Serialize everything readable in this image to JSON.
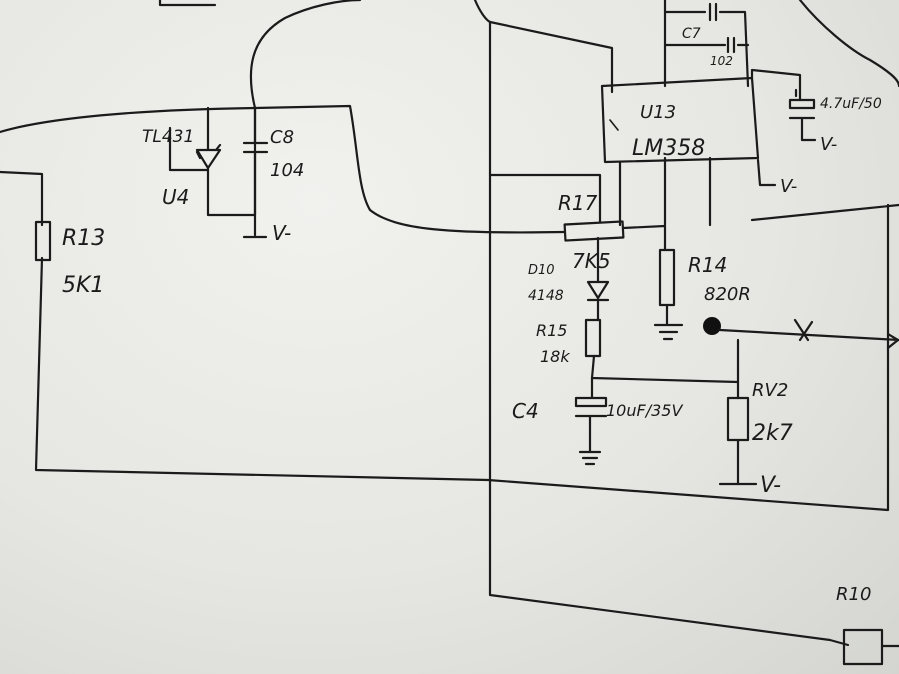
{
  "components": {
    "tl431": {
      "ref": "U4",
      "part": "TL431"
    },
    "c8": {
      "ref": "C8",
      "value": "104"
    },
    "r13": {
      "ref": "R13",
      "value": "5K1"
    },
    "u13": {
      "ref": "U13",
      "part": "LM358"
    },
    "c7": {
      "ref": "C7",
      "value": "102"
    },
    "cap_top_right": {
      "value": "4.7uF/50"
    },
    "r17": {
      "ref": "R17",
      "value": "7K5"
    },
    "d10": {
      "ref": "D10",
      "part": "4148"
    },
    "r14": {
      "ref": "R14",
      "value": "820R"
    },
    "r15": {
      "ref": "R15",
      "value": "18k"
    },
    "c4": {
      "ref": "C4",
      "value": "10uF/35V"
    },
    "rv2": {
      "ref": "RV2",
      "value": "2k7"
    },
    "r10": {
      "ref": "R10"
    }
  },
  "nets": {
    "v_minus": "V-"
  }
}
